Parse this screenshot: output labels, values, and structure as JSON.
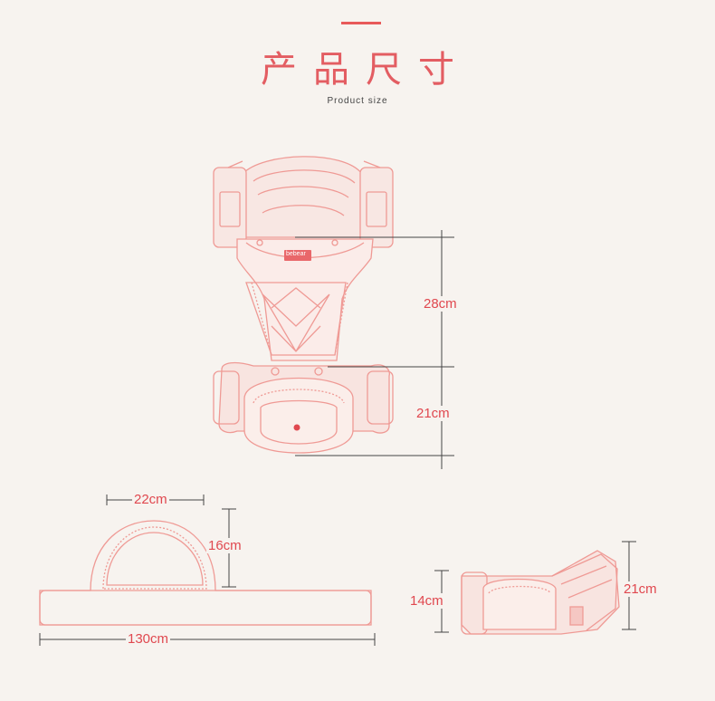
{
  "header": {
    "title": "产品尺寸",
    "subtitle": "Product size"
  },
  "brand_label": "bebear",
  "dimensions": {
    "carrier_upper": "28cm",
    "carrier_lower": "21cm",
    "seat_width": "22cm",
    "seat_height": "16cm",
    "belt_length": "130cm",
    "side_height": "14cm",
    "side_total": "21cm"
  },
  "colors": {
    "line": "#e0484f",
    "stroke": "#ef9a95",
    "background": "#f7f3ef"
  }
}
